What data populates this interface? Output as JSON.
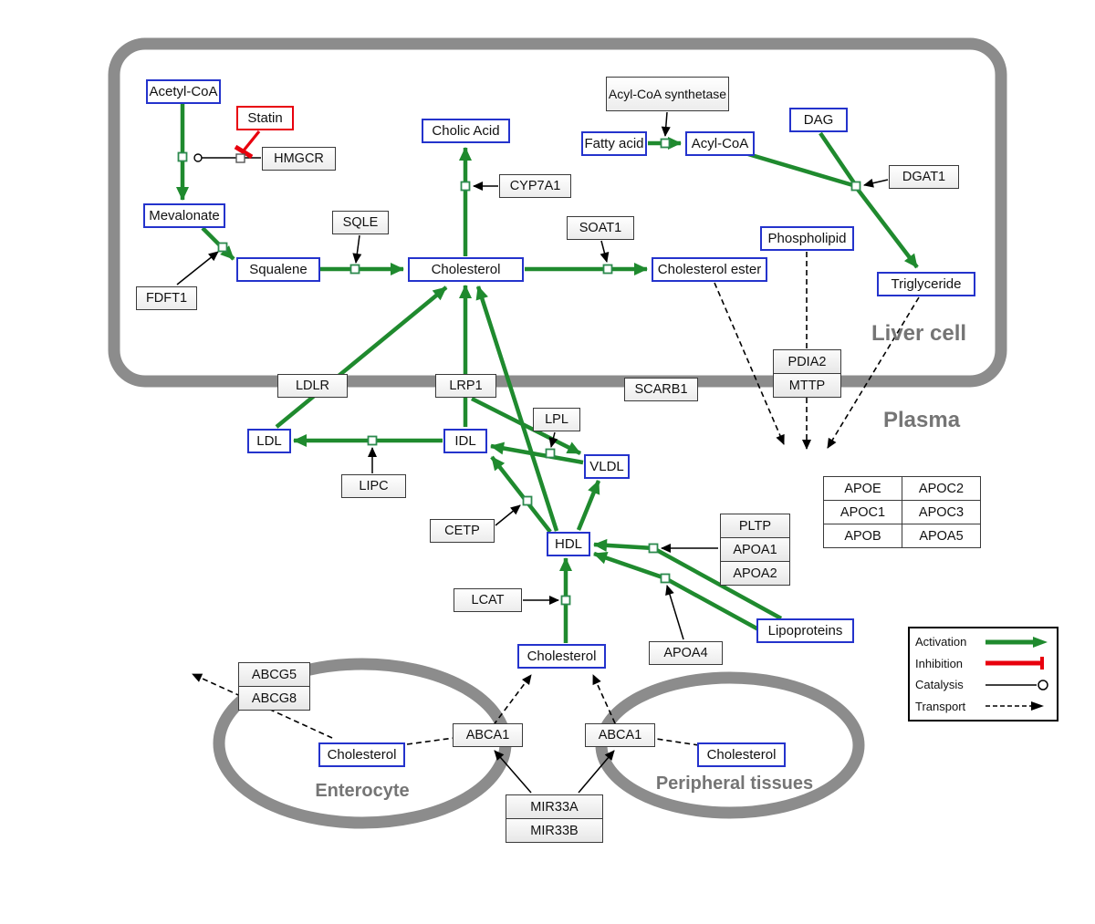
{
  "compartments": {
    "liver": "Liver cell",
    "plasma": "Plasma",
    "enterocyte": "Enterocyte",
    "peripheral": "Peripheral tissues"
  },
  "nodes": {
    "acetyl_coa": "Acetyl-CoA",
    "statin": "Statin",
    "hmgcr": "HMGCR",
    "mevalonate": "Mevalonate",
    "fdft1": "FDFT1",
    "squalene": "Squalene",
    "sqle": "SQLE",
    "cholesterol_liver": "Cholesterol",
    "cholic_acid": "Cholic Acid",
    "cyp7a1": "CYP7A1",
    "soat1": "SOAT1",
    "cholesterol_ester": "Cholesterol ester",
    "fatty_acid": "Fatty acid",
    "acyl_coa": "Acyl-CoA",
    "acyl_coa_synthetase": "Acyl-CoA synthetase",
    "dag": "DAG",
    "dgat1": "DGAT1",
    "phospholipid": "Phospholipid",
    "triglyceride": "Triglyceride",
    "pdia2": "PDIA2",
    "mttp": "MTTP",
    "ldlr": "LDLR",
    "lrp1": "LRP1",
    "scarb1": "SCARB1",
    "ldl": "LDL",
    "idl": "IDL",
    "vldl": "VLDL",
    "hdl": "HDL",
    "lpl": "LPL",
    "lipc": "LIPC",
    "cetp": "CETP",
    "lcat": "LCAT",
    "cholesterol_plasma": "Cholesterol",
    "pltp": "PLTP",
    "apoa1": "APOA1",
    "apoa2": "APOA2",
    "apoa4": "APOA4",
    "lipoproteins": "Lipoproteins",
    "apo_table": [
      [
        "APOE",
        "APOC2"
      ],
      [
        "APOC1",
        "APOC3"
      ],
      [
        "APOB",
        "APOA5"
      ]
    ],
    "abcg5": "ABCG5",
    "abcg8": "ABCG8",
    "cholesterol_enterocyte": "Cholesterol",
    "abca1_left": "ABCA1",
    "abca1_right": "ABCA1",
    "cholesterol_peripheral": "Cholesterol",
    "mir33a": "MIR33A",
    "mir33b": "MIR33B"
  },
  "legend": {
    "activation": "Activation",
    "inhibition": "Inhibition",
    "catalysis": "Catalysis",
    "transport": "Transport"
  },
  "colors": {
    "activation_green": "#1f8a2e",
    "inhibition_red": "#e8000d",
    "metabolite_border_blue": "#2433cc",
    "membrane_gray": "#8c8c8c"
  }
}
